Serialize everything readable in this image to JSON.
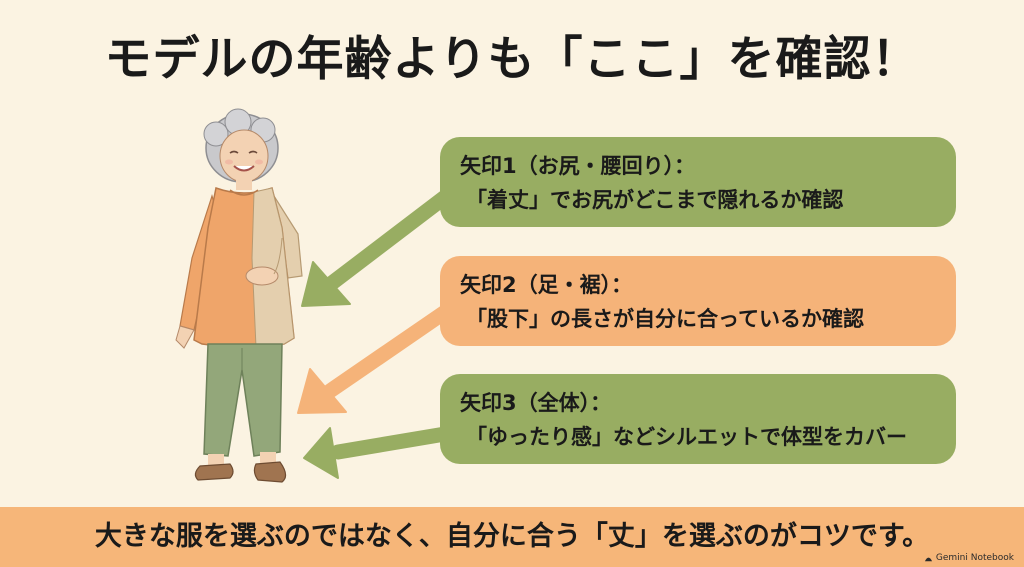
{
  "title": "モデルの年齢よりも「ここ」を確認！",
  "callouts": [
    {
      "heading": "矢印1（お尻・腰回り）：",
      "text": "「着丈」でお尻がどこまで隠れるか確認",
      "color": "#98ad62"
    },
    {
      "heading": "矢印2（足・裾）：",
      "text": "「股下」の長さが自分に合っているか確認",
      "color": "#f5b379"
    },
    {
      "heading": "矢印3（全体）：",
      "text": "「ゆったり感」などシルエットで体型をカバー",
      "color": "#98ad62"
    }
  ],
  "footer": {
    "text": "大きな服を選ぶのではなく、自分に合う「丈」を選ぶのがコツです。"
  },
  "watermark": {
    "text": "Gemini Notebook"
  },
  "colors": {
    "background": "#fbf3e2",
    "green": "#98ad62",
    "orange": "#f5b379",
    "footer": "#f6b679",
    "tunic_orange": "#efa56a",
    "tunic_beige": "#e4cfae",
    "pants": "#93a77a"
  }
}
